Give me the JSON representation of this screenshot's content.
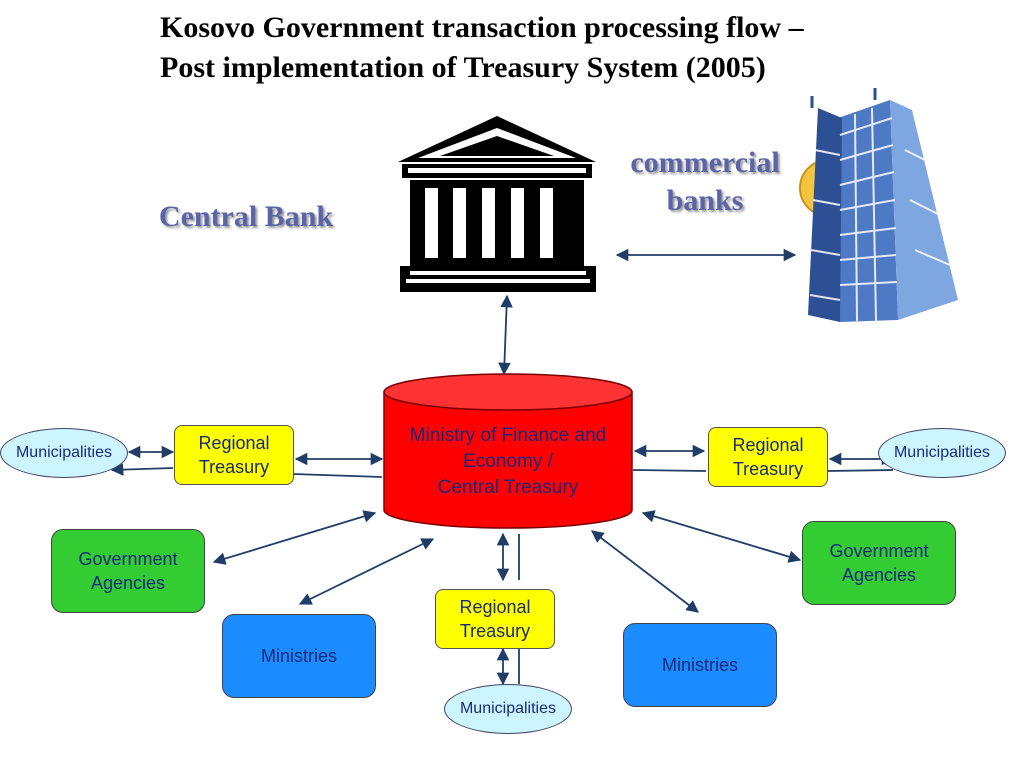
{
  "title": {
    "line1": "Kosovo Government transaction processing flow –",
    "line2": "Post implementation of Treasury System (2005)"
  },
  "central_bank": {
    "label": "Central Bank"
  },
  "commercial_banks": {
    "line1": "commercial",
    "line2": "banks"
  },
  "ministry": {
    "line1": "Ministry of Finance and",
    "line2": "Economy /",
    "line3": "Central Treasury"
  },
  "regional_treasury": {
    "line1": "Regional",
    "line2": "Treasury"
  },
  "municipalities": {
    "label": "Municipalities"
  },
  "government_agencies": {
    "line1": "Government",
    "line2": "Agencies"
  },
  "ministries": {
    "label": "Ministries"
  },
  "colors": {
    "cylinder": "#ff0000",
    "regional": "#ffff00",
    "agencies": "#33cc33",
    "ministries": "#1a8cff",
    "municipalities": "#ccf5ff",
    "arrows": "#1f3d66",
    "bank_labels": "#5b64a8"
  },
  "icons": [
    "bank-building-icon",
    "skyscraper-icon"
  ]
}
